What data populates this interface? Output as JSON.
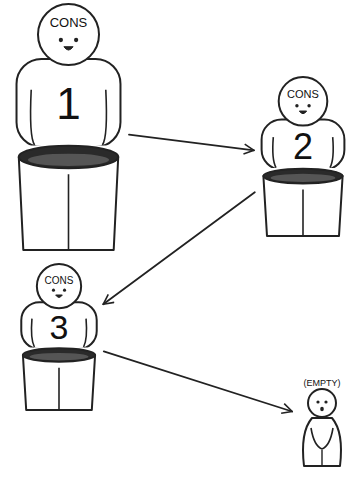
{
  "diagram": {
    "nodes": [
      {
        "text": [
          "CONS",
          "1"
        ]
      },
      {
        "text": [
          "CONS",
          "2"
        ]
      },
      {
        "text": [
          "CONS",
          "3"
        ]
      },
      {
        "text": [
          "(EMPTY)"
        ]
      }
    ],
    "edges": [
      {
        "from": 0,
        "to": 1,
        "arrow": "to"
      },
      {
        "from": 1,
        "to": 2,
        "arrow": "to"
      },
      {
        "from": 2,
        "to": 3,
        "arrow": "to"
      }
    ]
  }
}
